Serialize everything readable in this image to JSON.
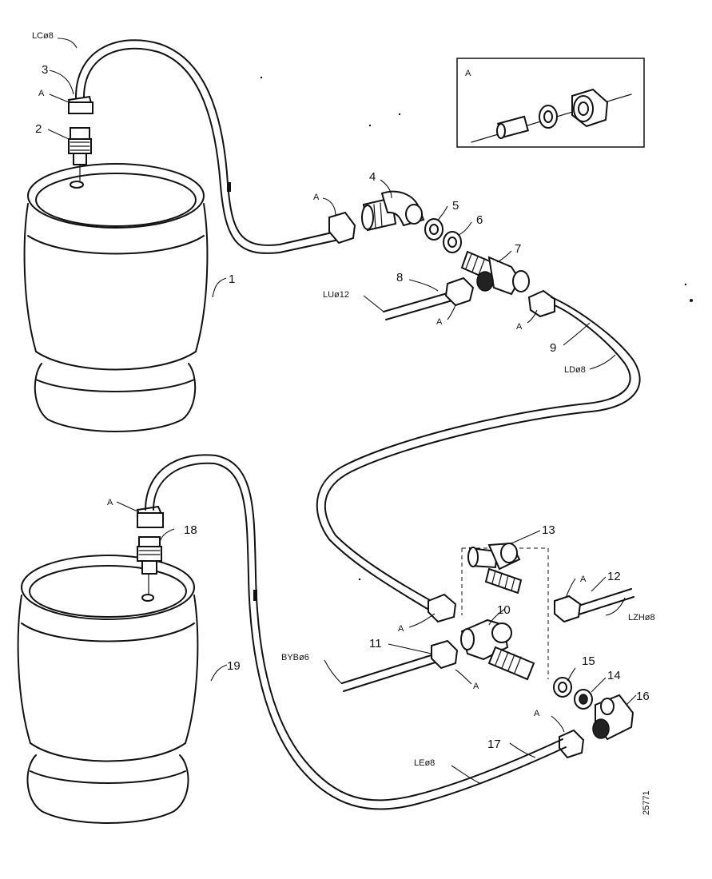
{
  "labels": {
    "pipe_lc": "LCø8",
    "pipe_lu": "LUø12",
    "pipe_ld": "LDø8",
    "pipe_lzh": "LZHø8",
    "pipe_byb": "BYBø6",
    "pipe_le": "LEø8",
    "nut_a": "A",
    "inset_a": "A",
    "drawing_no": "25771"
  },
  "parts": [
    "1",
    "2",
    "3",
    "4",
    "5",
    "6",
    "7",
    "8",
    "9",
    "10",
    "11",
    "12",
    "13",
    "14",
    "15",
    "16",
    "17",
    "18",
    "19"
  ]
}
